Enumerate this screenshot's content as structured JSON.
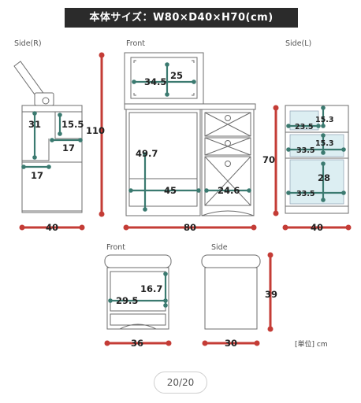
{
  "title": "本体サイズ：W80×D40×H70(cm)",
  "views": {
    "side_r": "Side(R)",
    "front": "Front",
    "side_l": "Side(L)",
    "stool_front": "Front",
    "stool_side": "Side"
  },
  "dims": {
    "side_r_31": "31",
    "side_r_155": "15.5",
    "side_r_17a": "17",
    "side_r_17b": "17",
    "side_r_w": "40",
    "mirror_25": "25",
    "mirror_345": "34.5",
    "h_110": "110",
    "front_497": "49.7",
    "front_45": "45",
    "front_246": "24.6",
    "front_w": "80",
    "h_70": "70",
    "side_l_235": "23.5",
    "side_l_153a": "15.3",
    "side_l_153b": "15.3",
    "side_l_335a": "33.5",
    "side_l_28": "28",
    "side_l_335b": "33.5",
    "side_l_w": "40",
    "stool_167": "16.7",
    "stool_295": "29.5",
    "stool_w": "36",
    "stool_d": "30",
    "stool_h": "39"
  },
  "unit": "[単位] cm",
  "pagination": {
    "current": "20",
    "total": "20",
    "label": "20/20"
  },
  "colors": {
    "dimension_red": "#c43c36",
    "dimension_green": "#3b7a70",
    "banner": "#2b2b2b"
  }
}
